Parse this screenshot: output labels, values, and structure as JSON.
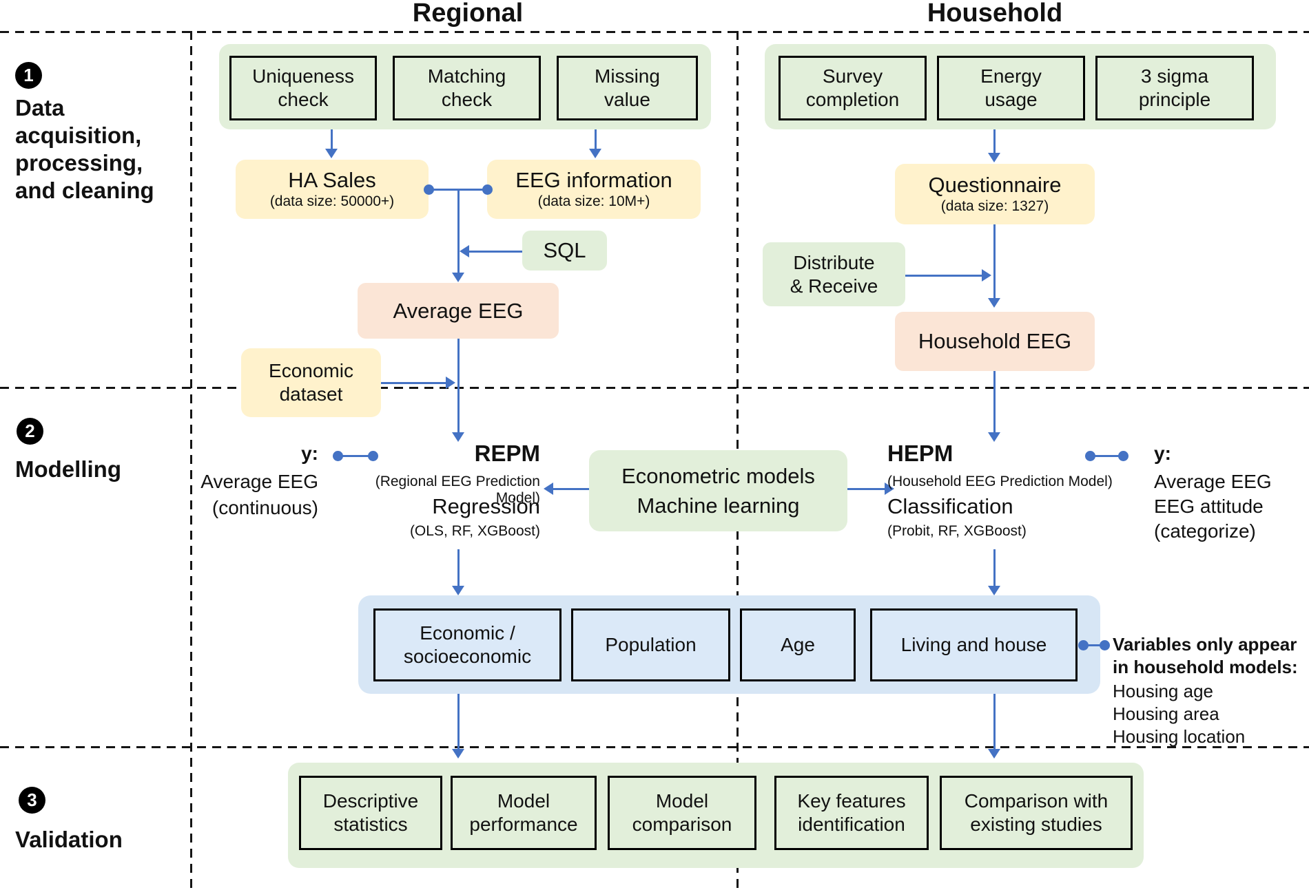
{
  "titles": {
    "regional": "Regional",
    "household": "Household"
  },
  "phases": [
    {
      "num": "1",
      "label": "Data\nacquisition,\nprocessing,\nand cleaning"
    },
    {
      "num": "2",
      "label": "Modelling"
    },
    {
      "num": "3",
      "label": "Validation"
    }
  ],
  "regional": {
    "checks": [
      "Uniqueness\ncheck",
      "Matching\ncheck",
      "Missing\nvalue"
    ],
    "ha_sales_title": "HA Sales",
    "ha_sales_subtitle": "(data size: 50000+)",
    "eeg_info_title": "EEG information",
    "eeg_info_subtitle": "(data size: 10M+)",
    "sql_label": "SQL",
    "average_eeg_label": "Average EEG",
    "economic_dataset_label": "Economic\ndataset",
    "y_label_head": "y:",
    "y_label_line1": "Average EEG",
    "y_label_line2": "(continuous)",
    "model_name": "REPM",
    "model_full": "(Regional EEG Prediction Model)",
    "model_method": "Regression",
    "model_algos": "(OLS, RF, XGBoost)"
  },
  "household": {
    "checks": [
      "Survey\ncompletion",
      "Energy\nusage",
      "3 sigma\nprinciple"
    ],
    "questionnaire_title": "Questionnaire",
    "questionnaire_subtitle": "(data size: 1327)",
    "distribute_label": "Distribute\n& Receive",
    "household_eeg_label": "Household EEG",
    "model_name": "HEPM",
    "model_full": "(Household EEG Prediction Model)",
    "model_method": "Classification",
    "model_algos": "(Probit, RF, XGBoost)",
    "y_label_head": "y:",
    "y_label_line1": "Average EEG",
    "y_label_line2": "EEG attitude",
    "y_label_line3": "(categorize)"
  },
  "modelling": {
    "center_box": "Econometric models\nMachine learning"
  },
  "variables": {
    "items": [
      "Economic /\nsocioeconomic",
      "Population",
      "Age",
      "Living and house"
    ],
    "note_title": "Variables only appear\nin household models:",
    "note_items": "Housing age\nHousing area\nHousing location"
  },
  "validation": {
    "items": [
      "Descriptive\nstatistics",
      "Model\nperformance",
      "Model\ncomparison",
      "Key features\nidentification",
      "Comparison with\nexisting studies"
    ]
  },
  "colors": {
    "green_fill": "#e2efda",
    "yellow_fill": "#fff2cc",
    "pink_fill": "#fbe5d6",
    "blue_container_fill": "#d7e6f5",
    "blue_box_fill": "#dbe9f8",
    "arrow_blue": "#4472c4",
    "dash_black": "#141414"
  }
}
